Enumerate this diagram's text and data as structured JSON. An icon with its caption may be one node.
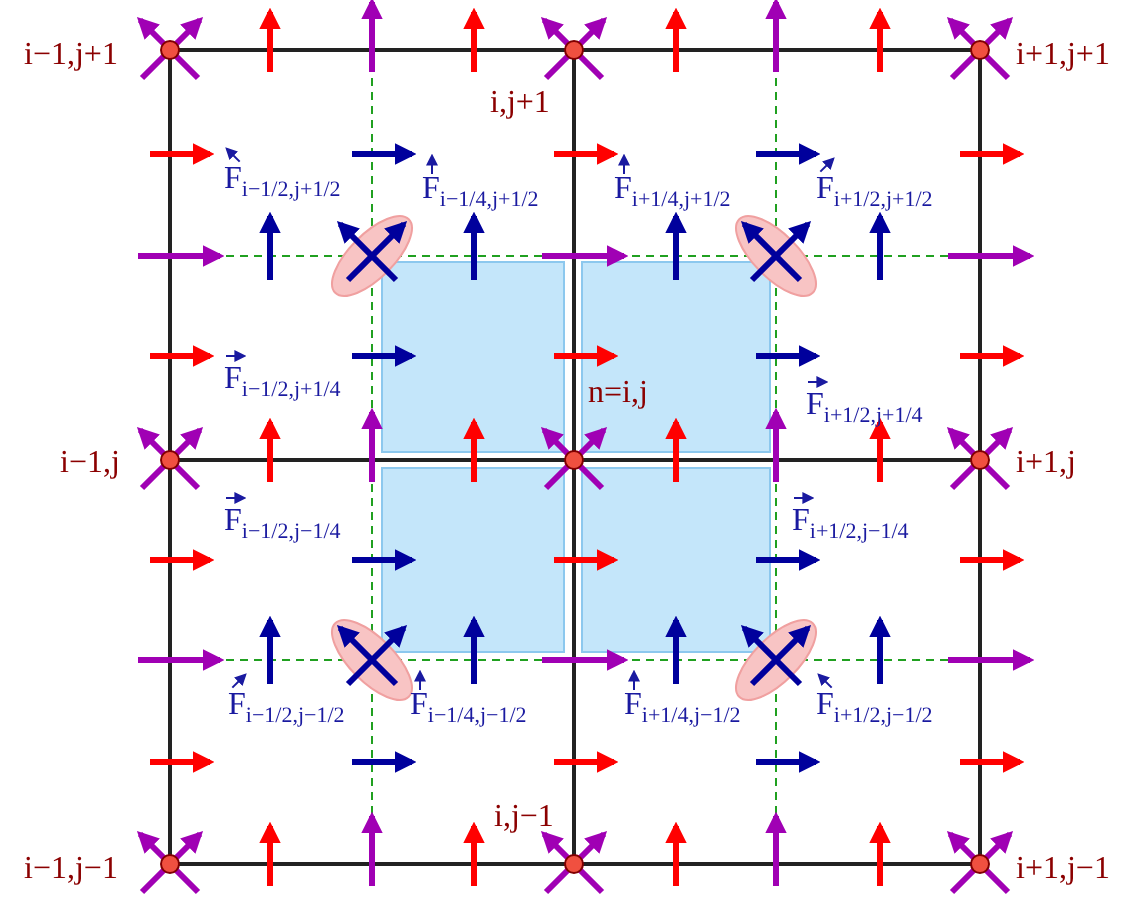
{
  "diagram": {
    "labels": [
      "i−1,j+1",
      "i+1,j+1",
      "i,j+1",
      "F$_{i−1/2,j+1/2}$",
      "F$_{i−1/4,j+1/2}$",
      "F$_{i+1/4,j+1/2}$",
      "F$_{i+1/2,j+1/2}$",
      "F$_{i−1/2,j+1/4}$",
      "n=i,j",
      "F$_{i+1/2,j+1/4}$",
      "i−1,j",
      "i+1,j",
      "F$_{i−1/2,j−1/4}$",
      "F$_{i+1/2,j−1/4}$",
      "F$_{i−1/2,j−1/2}$",
      "F$_{i−1/4,j−1/2}$",
      "F$_{i+1/4,j−1/2}$",
      "F$_{i+1/2,j−1/2}$",
      "i,j−1",
      "i−1,j−1",
      "i+1,j−1"
    ]
  }
}
